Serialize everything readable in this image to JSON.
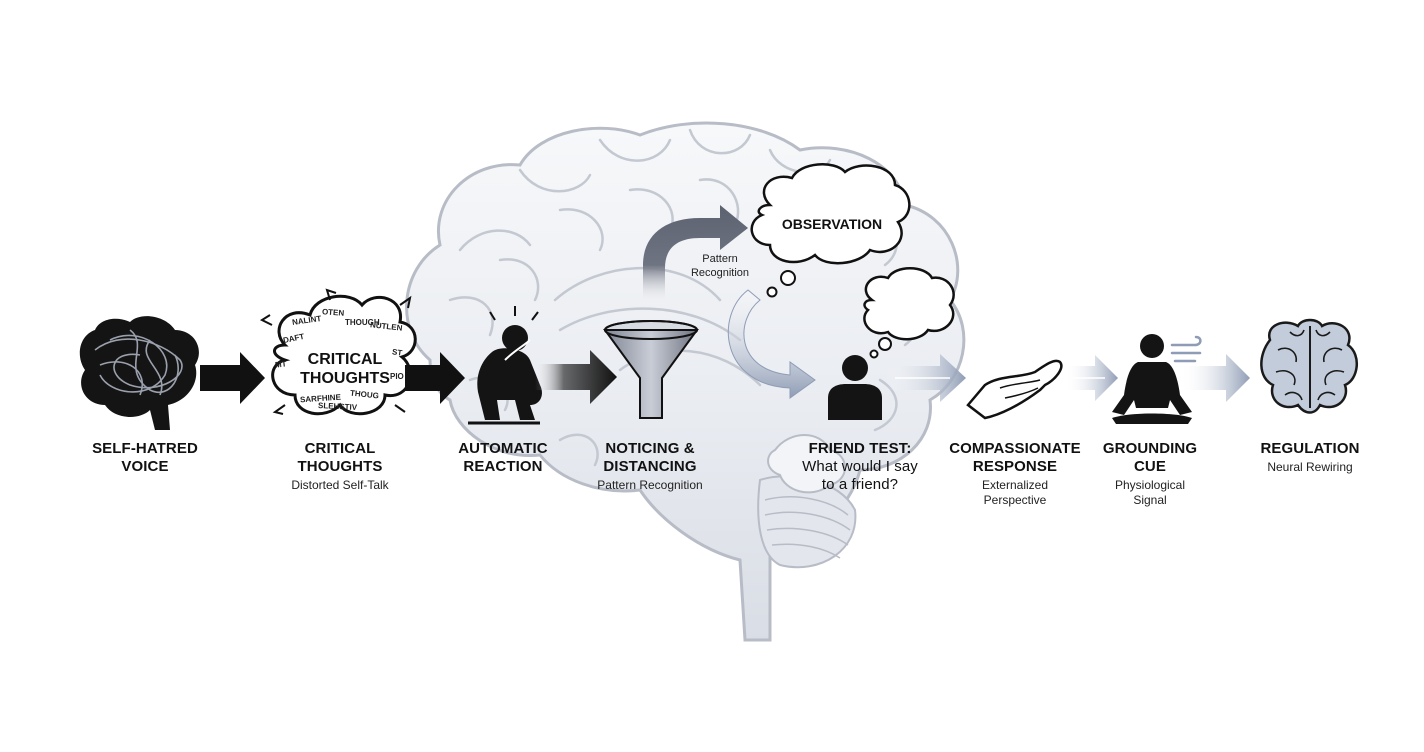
{
  "steps": [
    {
      "title": "SELF-HATRED\nVOICE",
      "subtitle": "",
      "icon": "tangled-brain-icon"
    },
    {
      "title": "CRITICAL\nTHOUGHTS",
      "subtitle": "Distorted Self-Talk",
      "icon": "thought-cloud-icon"
    },
    {
      "title": "AUTOMATIC\nREACTION",
      "subtitle": "",
      "icon": "distressed-person-icon"
    },
    {
      "title": "NOTICING &\nDISTANCING",
      "subtitle": "Pattern Recognition",
      "icon": "funnel-icon"
    },
    {
      "title": "FRIEND TEST:",
      "question": "What would I say\nto a friend?",
      "icon": "person-icon"
    },
    {
      "title": "COMPASSIONATE\nRESPONSE",
      "subtitle": "Externalized\nPerspective",
      "icon": "open-hand-icon"
    },
    {
      "title": "GROUNDING\nCUE",
      "subtitle": "Physiological\nSignal",
      "icon": "meditating-person-icon"
    },
    {
      "title": "REGULATION",
      "subtitle": "Neural Rewiring",
      "icon": "calm-brain-icon"
    }
  ],
  "cloud_text": {
    "main": "CRITICAL\nTHOUGHTS",
    "fragments": [
      "NALINT",
      "OTEN",
      "THOUGH",
      "NUTLEN",
      "DAFT",
      "ST",
      "MT",
      "PIO",
      "SARFHINE",
      "THOUG",
      "SLEHSTIV"
    ]
  },
  "observation": {
    "label": "OBSERVATION",
    "arrow_caption": "Pattern\nRecognition"
  },
  "colors": {
    "ink": "#111111",
    "brain_fill": "#eef0f4",
    "brain_stroke": "#b8bcc6",
    "arrow_dark": "#111111",
    "arrow_mid": "#6f7482",
    "arrow_light": "#a9b4c6",
    "accent_blue": "#8e9cb5"
  }
}
